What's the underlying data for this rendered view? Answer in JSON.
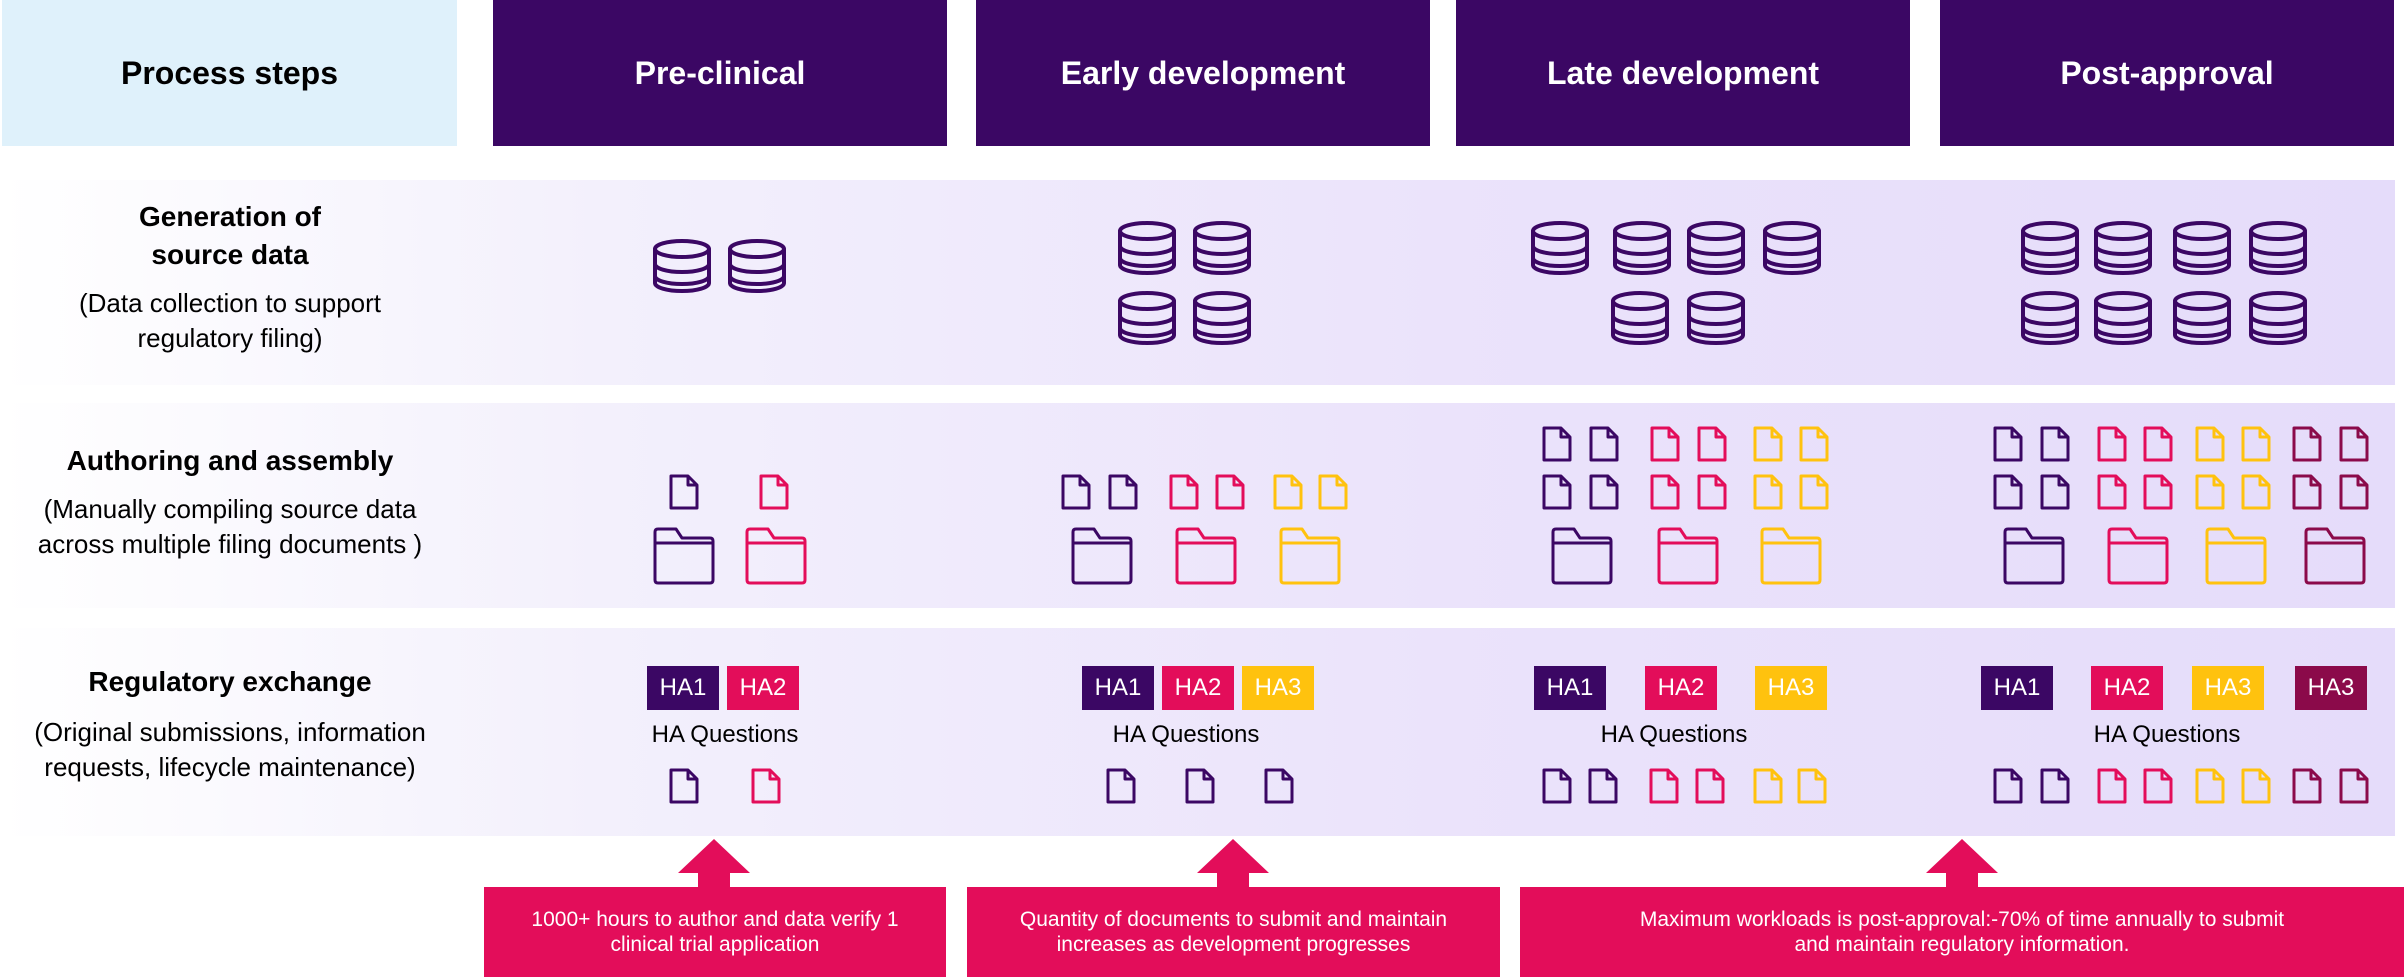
{
  "headers": {
    "process_steps": "Process steps",
    "pre_clinical": "Pre-clinical",
    "early_development": "Early development",
    "late_development": "Late development",
    "post_approval": "Post-approval"
  },
  "rows": {
    "source_data": {
      "title_line1": "Generation of",
      "title_line2": "source data",
      "sub_line1": "(Data collection to support",
      "sub_line2": "regulatory filing)"
    },
    "authoring": {
      "title": "Authoring and assembly",
      "sub_line1": "(Manually compiling source data",
      "sub_line2": "across multiple filing documents )"
    },
    "regulatory": {
      "title": "Regulatory exchange",
      "sub_line1": "(Original submissions, information",
      "sub_line2": "requests, lifecycle maintenance)"
    }
  },
  "ha_labels": {
    "ha1": "HA1",
    "ha2": "HA2",
    "ha3": "HA3",
    "questions": "HA Questions"
  },
  "callouts": {
    "pre_clinical": "1000+ hours to author and data verify 1 clinical trial application",
    "development": "Quantity of documents to submit and maintain increases as development progresses",
    "post_approval": "Maximum workloads is post-approval:-70% of time annually to submit and maintain regulatory information."
  },
  "colors": {
    "purple": "#3b0764",
    "pink": "#e30d5a",
    "yellow": "#ffc20e",
    "maroon": "#8b0a4a",
    "light_blue": "#dff1fb"
  },
  "icons": {
    "database": "database-icon",
    "document": "document-icon",
    "folder": "folder-icon",
    "arrow": "up-arrow-icon"
  },
  "counts": {
    "databases": [
      2,
      4,
      6,
      8
    ],
    "ha_tags": [
      2,
      3,
      3,
      4
    ]
  }
}
